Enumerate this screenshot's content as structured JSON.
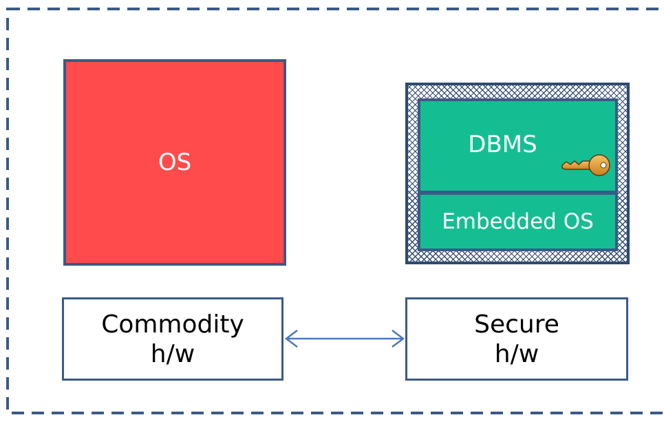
{
  "diagram": {
    "os_label": "OS",
    "dbms_label": "DBMS",
    "embedded_os_label": "Embedded OS",
    "commodity_hw": {
      "line1": "Commodity",
      "line2": "h/w"
    },
    "secure_hw": {
      "line1": "Secure",
      "line2": "h/w"
    },
    "icons": {
      "key": "key-icon",
      "arrow": "double-arrow-icon"
    },
    "colors": {
      "os_fill": "#ff4b4b",
      "dbms_fill": "#14be92",
      "border": "#3a5a87",
      "frame_dash": "#3a5a87",
      "key": "#e8a33a",
      "arrow": "#4a78b8"
    }
  }
}
